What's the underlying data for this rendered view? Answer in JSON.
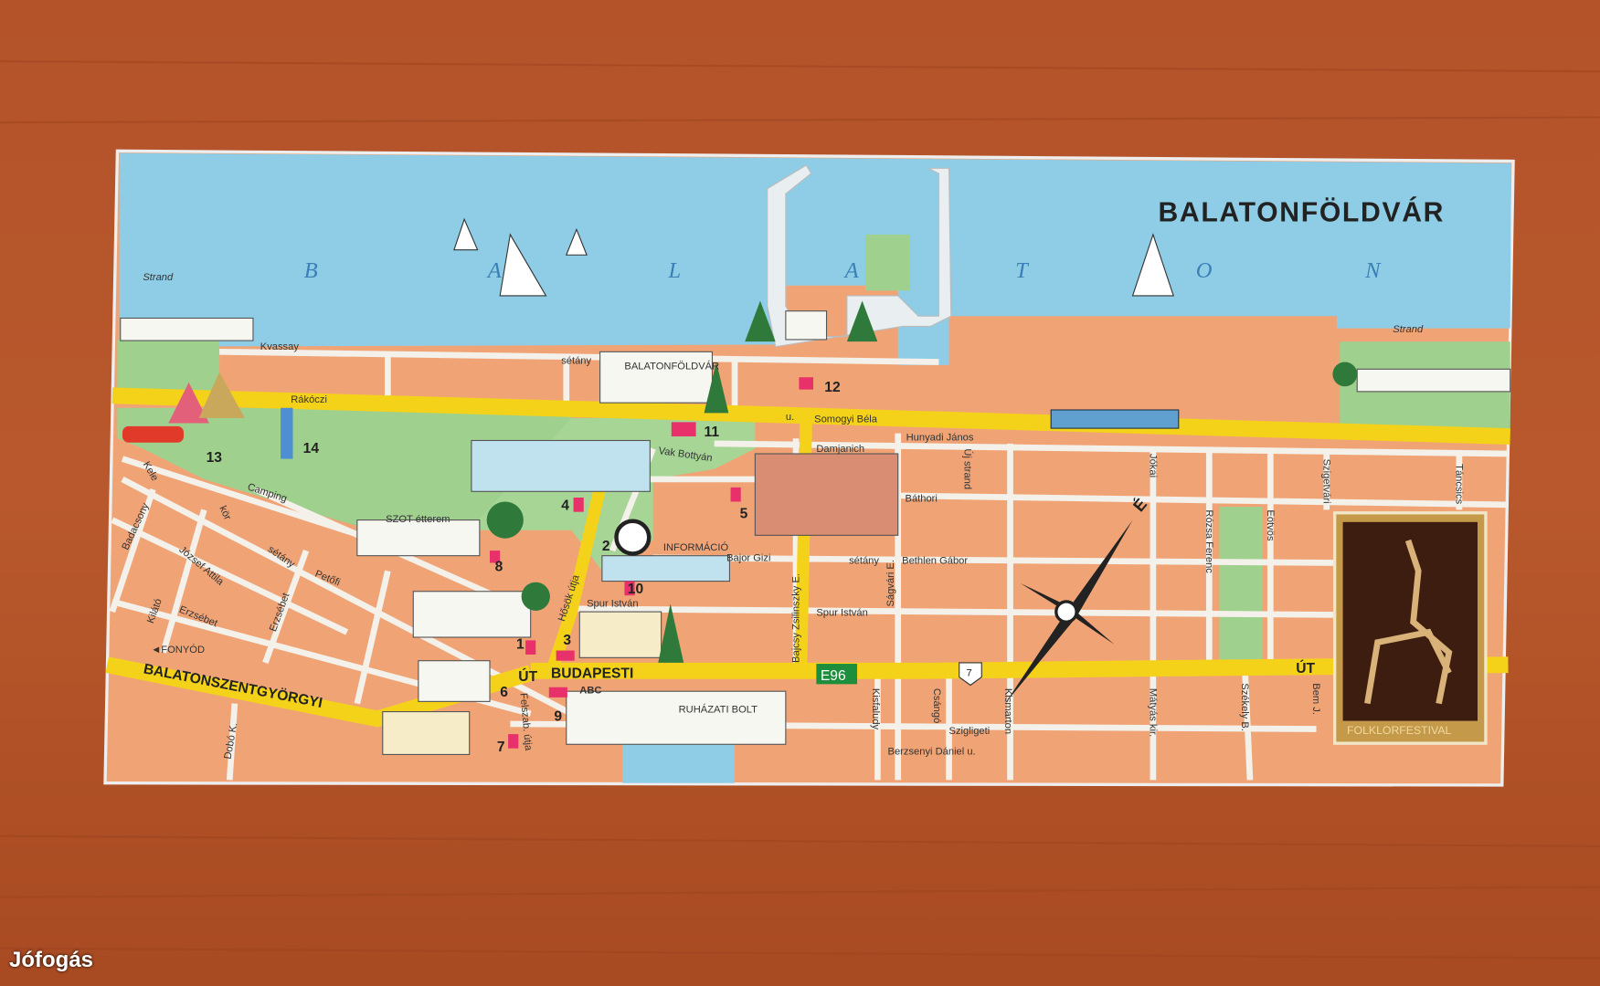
{
  "title": "BALATONFÖLDVÁR",
  "lake_letters": [
    "B",
    "A",
    "L",
    "A",
    "T",
    "O",
    "N"
  ],
  "colors": {
    "wood": "#b0502a",
    "water": "#8fcde6",
    "block": "#f0a476",
    "park": "#9fd08e",
    "road": "#f5d21a",
    "street": "#f4f1ea",
    "poi": "#e8316a"
  },
  "streets": {
    "kvassay": "Kvassay",
    "setany1": "sétány",
    "rakoczi": "Rákóczi",
    "u1": "u.",
    "somogyi": "Somogyi Béla",
    "hunyadi": "Hunyadi János",
    "damjanich": "Damjanich",
    "vak_bottyan": "Vak Bottyán",
    "bathori": "Báthori",
    "bajor_gizi": "Bajor Gizi",
    "setany2": "sétány",
    "bethlen": "Bethlen Gábor",
    "spur1": "Spur István",
    "spur2": "Spur István",
    "bajcsy": "Bajcsy Zsilinszky E.",
    "sagvari": "Ságvári E.",
    "uj_strand": "Új strand",
    "jokai": "Jókai",
    "rozsa": "Rózsa Ferenc",
    "eotvos": "Eötvös",
    "szigetvari": "Szigetvári",
    "tancsics": "Táncsics",
    "hosok": "Hősök útja",
    "budapesti": "BUDAPESTI",
    "ut1": "ÚT",
    "ut2": "ÚT",
    "balatonszentgyorgyi": "BALATONSZENTGYÖRGYI",
    "fonyod": "◄FONYÓD",
    "kele": "Kele",
    "badacsony": "Badacsony",
    "jozsef_attila": "József Attila",
    "kilato": "Kilátó",
    "erzsebet1": "Erzsébet",
    "erzsebet2": "Erzsébet",
    "kor": "kör",
    "camping": "Camping",
    "petofi": "Petőfi",
    "setany3": "sétány",
    "dobo": "Dobó K.",
    "feltszab": "Felszab. útja",
    "kisfaludy": "Kisfaludy",
    "csango": "Csángó",
    "kismarton": "Kismarton",
    "szigligeti": "Szigligeti",
    "berzsenyi": "Berzsenyi Dániel u.",
    "matyas": "Mátyás kir.",
    "szekely": "Székely B.",
    "bem": "Bem J."
  },
  "places": {
    "strand_left": "Strand",
    "strand_right": "Strand",
    "station": "BALATONFÖLDVÁR",
    "szot": "SZOT étterem",
    "informacio": "INFORMÁCIÓ",
    "abc": "ABC",
    "ruhazati": "RUHÁZATI BOLT",
    "folklor": "FOLKLORFESTIVAL"
  },
  "route_signs": {
    "e96": "E96",
    "road7": "7"
  },
  "poi_numbers": [
    "1",
    "2",
    "3",
    "4",
    "5",
    "6",
    "7",
    "8",
    "9",
    "10",
    "11",
    "12",
    "13",
    "14"
  ],
  "compass_label": "É",
  "watermark": "Jófogás"
}
